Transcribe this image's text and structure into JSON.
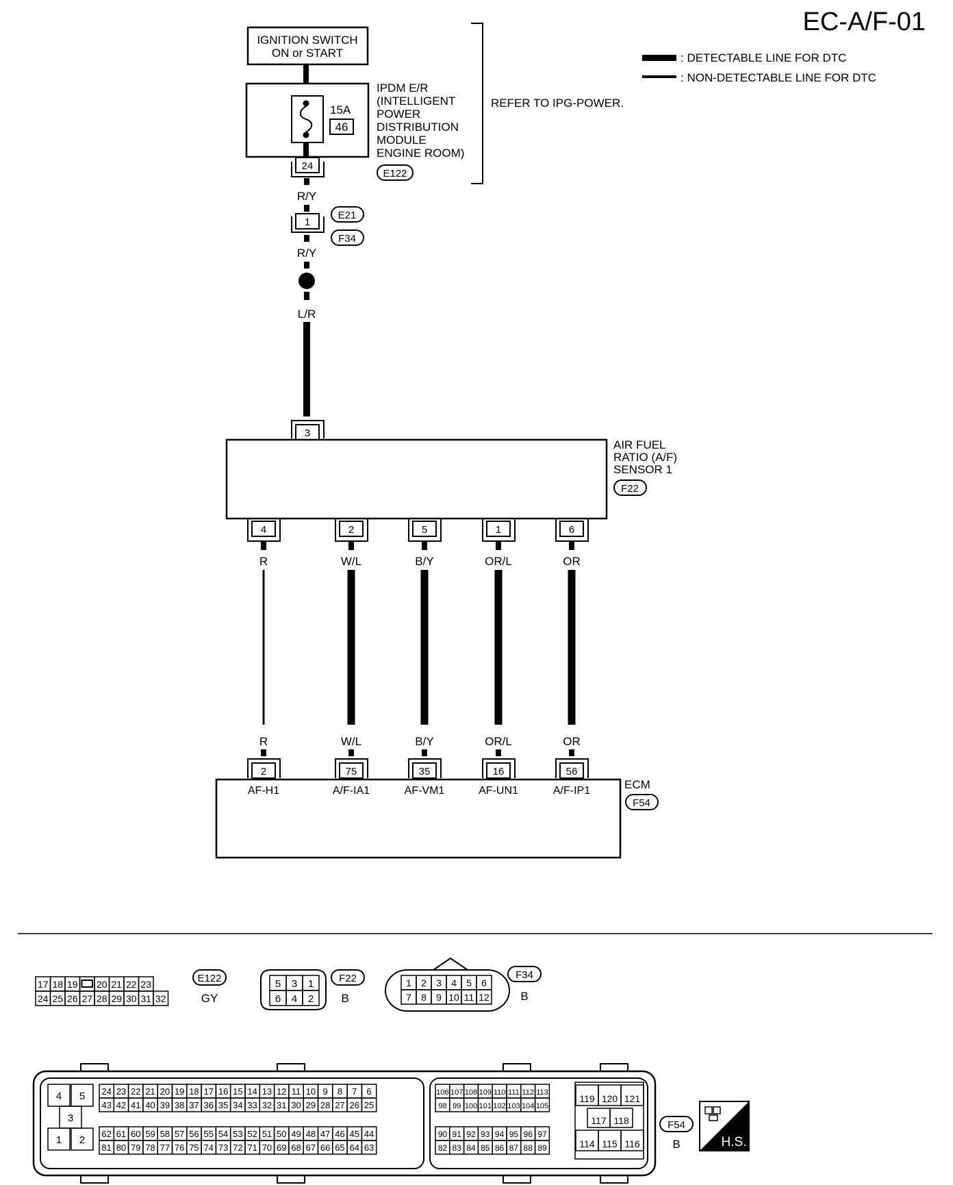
{
  "page_id": "EC-A/F-01",
  "legend": {
    "detectable": ": DETECTABLE LINE FOR DTC",
    "non_detectable": ": NON-DETECTABLE LINE FOR DTC"
  },
  "ignition": {
    "line1": "IGNITION SWITCH",
    "line2": "ON or START"
  },
  "ipdm": {
    "lines": [
      "IPDM E/R",
      "(INTELLIGENT",
      "POWER",
      "DISTRIBUTION",
      "MODULE",
      "ENGINE ROOM)"
    ],
    "fuse_amp": "15A",
    "fuse_no": "46",
    "pin": "24",
    "connector": "E122",
    "refer": "REFER TO IPG-POWER."
  },
  "joint": {
    "wire_top": "R/Y",
    "pin": "1",
    "conn_a": "E21",
    "conn_b": "F34",
    "wire_bottom": "R/Y",
    "wire_after_splice": "L/R"
  },
  "sensor": {
    "lines": [
      "AIR FUEL",
      "RATIO (A/F)",
      "SENSOR 1"
    ],
    "connector": "F22",
    "input_pin": "3",
    "pins": [
      "4",
      "2",
      "5",
      "1",
      "6"
    ]
  },
  "wires": {
    "colors": [
      "R",
      "W/L",
      "B/Y",
      "OR/L",
      "OR"
    ]
  },
  "ecm": {
    "label": "ECM",
    "connector": "F54",
    "pins": [
      "2",
      "75",
      "35",
      "16",
      "56"
    ],
    "signals": [
      "AF-H1",
      "A/F-IA1",
      "AF-VM1",
      "AF-UN1",
      "A/F-IP1"
    ]
  },
  "connectors": {
    "e122": {
      "id": "E122",
      "color": "GY",
      "row1": [
        "17",
        "18",
        "19",
        "",
        "20",
        "21",
        "22",
        "23"
      ],
      "row2": [
        "24",
        "25",
        "26",
        "27",
        "28",
        "29",
        "30",
        "31",
        "32"
      ]
    },
    "f22": {
      "id": "F22",
      "color": "B",
      "row1": [
        "5",
        "3",
        "1"
      ],
      "row2": [
        "6",
        "4",
        "2"
      ]
    },
    "f34": {
      "id": "F34",
      "color": "B",
      "row1": [
        "1",
        "2",
        "3",
        "4",
        "5",
        "6"
      ],
      "row2": [
        "7",
        "8",
        "9",
        "10",
        "11",
        "12"
      ]
    },
    "f54": {
      "id": "F54",
      "color": "B",
      "left_small": [
        "4",
        "5",
        "3",
        "1",
        "2"
      ],
      "blockA_r1": [
        "24",
        "23",
        "22",
        "21",
        "20",
        "19",
        "18",
        "17",
        "16",
        "15",
        "14",
        "13",
        "12",
        "11",
        "10",
        "9",
        "8",
        "7",
        "6"
      ],
      "blockA_r2": [
        "43",
        "42",
        "41",
        "40",
        "39",
        "38",
        "37",
        "36",
        "35",
        "34",
        "33",
        "32",
        "31",
        "30",
        "29",
        "28",
        "27",
        "26",
        "25"
      ],
      "blockA_r3": [
        "62",
        "61",
        "60",
        "59",
        "58",
        "57",
        "56",
        "55",
        "54",
        "53",
        "52",
        "51",
        "50",
        "49",
        "48",
        "47",
        "46",
        "45",
        "44"
      ],
      "blockA_r4": [
        "81",
        "80",
        "79",
        "78",
        "77",
        "76",
        "75",
        "74",
        "73",
        "72",
        "71",
        "70",
        "69",
        "68",
        "67",
        "66",
        "65",
        "64",
        "63"
      ],
      "blockB_r1": [
        "106",
        "107",
        "108",
        "109",
        "110",
        "111",
        "112",
        "113"
      ],
      "blockB_r2": [
        "98",
        "99",
        "100",
        "101",
        "102",
        "103",
        "104",
        "105"
      ],
      "blockB_r3": [
        "90",
        "91",
        "92",
        "93",
        "94",
        "95",
        "96",
        "97"
      ],
      "blockB_r4": [
        "82",
        "83",
        "84",
        "85",
        "86",
        "87",
        "88",
        "89"
      ],
      "right_r1": [
        "119",
        "120",
        "121"
      ],
      "right_r2": [
        "117",
        "118"
      ],
      "right_r3": [
        "114",
        "115",
        "116"
      ]
    }
  },
  "hs_label": "H.S."
}
